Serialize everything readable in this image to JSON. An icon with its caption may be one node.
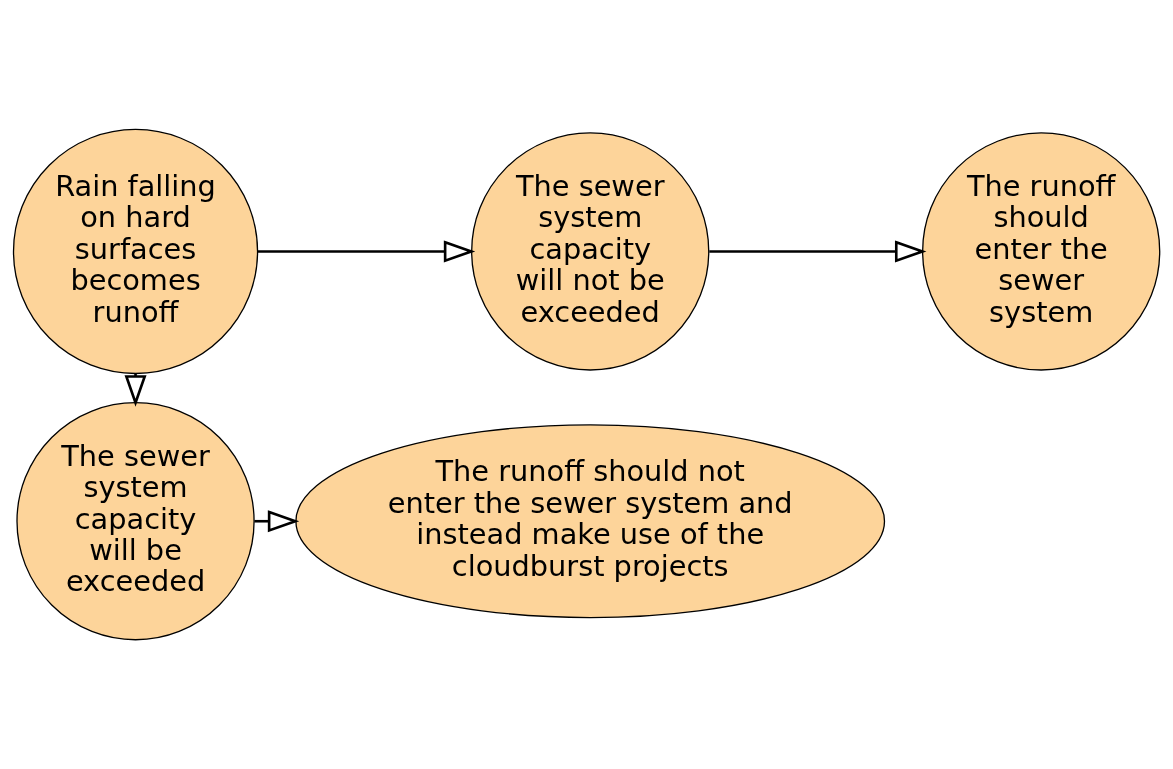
{
  "diagram": {
    "nodes": [
      {
        "text": [
          "Rain falling on hard surfaces becomes runoff"
        ]
      },
      {
        "text": [
          "The sewer system capacity will not be exceeded"
        ]
      },
      {
        "text": [
          "The runoff should enter the sewer system"
        ]
      },
      {
        "text": [
          "The sewer system capacity will be exceeded"
        ]
      },
      {
        "text": [
          "The runoff should not enter the sewer system and instead make use of the cloudburst projects"
        ]
      }
    ],
    "edges": [
      {
        "from": 0,
        "to": 1,
        "arrow": "to"
      },
      {
        "from": 1,
        "to": 2,
        "arrow": "to"
      },
      {
        "from": 0,
        "to": 3,
        "arrow": "to"
      },
      {
        "from": 3,
        "to": 4,
        "arrow": "to"
      }
    ]
  }
}
